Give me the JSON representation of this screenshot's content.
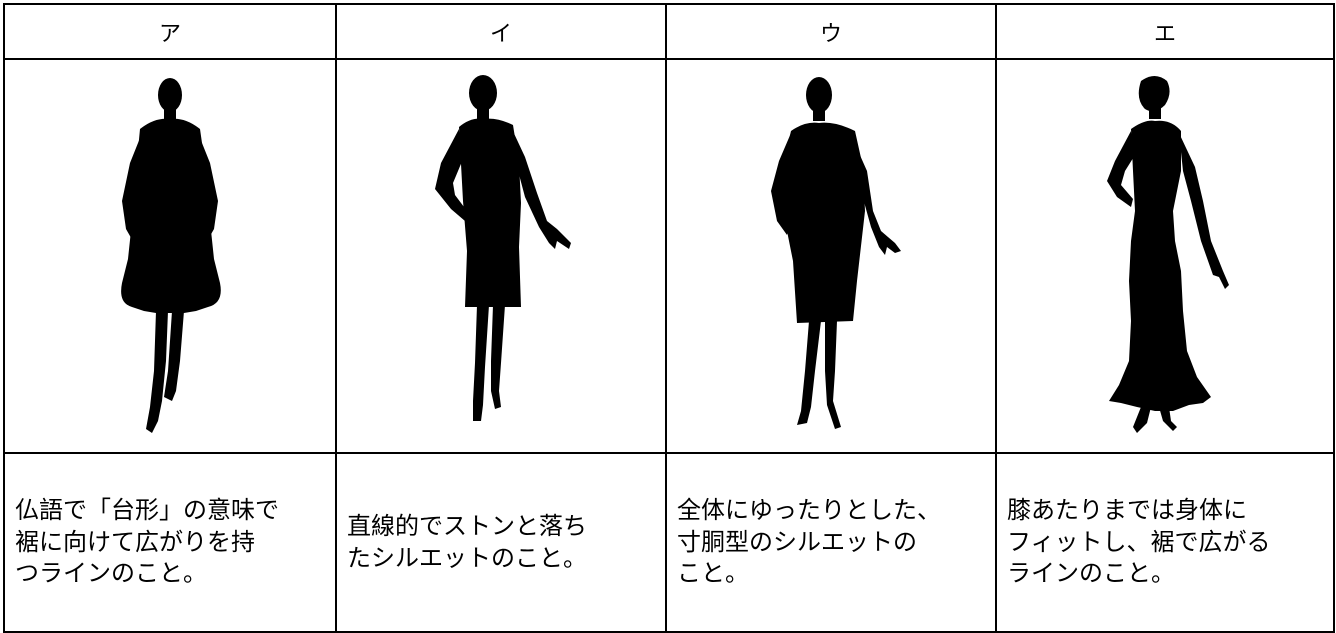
{
  "columns": [
    {
      "label": "ア",
      "description": "仏語で「台形」の意味で\n裾に向けて広がりを持\nつラインのこと。",
      "icon": "a-line-coat-silhouette-icon"
    },
    {
      "label": "イ",
      "description": "直線的でストンと落ち\nたシルエットのこと。",
      "icon": "straight-dress-silhouette-icon"
    },
    {
      "label": "ウ",
      "description": "全体にゆったりとした、\n寸胴型のシルエットの\nこと。",
      "icon": "box-dress-silhouette-icon"
    },
    {
      "label": "エ",
      "description": "膝あたりまでは身体に\nフィットし、裾で広がる\nラインのこと。",
      "icon": "mermaid-gown-silhouette-icon"
    }
  ],
  "colors": {
    "silhouette": "#000000",
    "border": "#000000",
    "background": "#ffffff"
  }
}
